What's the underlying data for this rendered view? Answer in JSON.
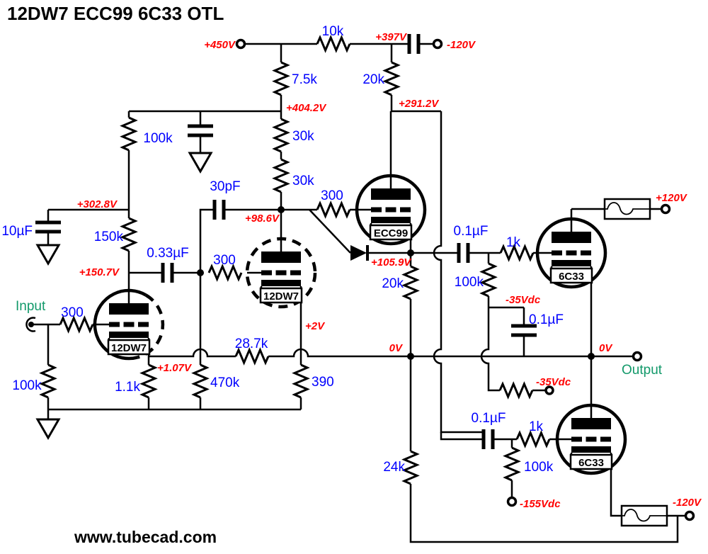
{
  "title": "12DW7 ECC99 6C33 OTL",
  "website": "www.tubecad.com",
  "io": {
    "input": "Input",
    "output": "Output"
  },
  "tubes": {
    "t1": "12DW7",
    "t2": "12DW7",
    "t3": "ECC99",
    "t4": "6C33",
    "t5": "6C33"
  },
  "supplies": {
    "b450": "+450V",
    "neg120_top": "-120V",
    "pos120": "+120V",
    "neg120_bot": "-120V",
    "neg155": "-155Vdc",
    "neg35_node": "-35Vdc",
    "neg35_supply": "-35Vdc"
  },
  "voltages": {
    "v397": "+397V",
    "v404": "+404.2V",
    "v291": "+291.2V",
    "v302": "+302.8V",
    "v150": "+150.7V",
    "v98": "+98.6V",
    "v105": "+105.9V",
    "v2": "+2V",
    "v107": "+1.07V",
    "v0_left": "0V",
    "v0_right": "0V"
  },
  "components": {
    "r10k": "10k",
    "r7k5": "7.5k",
    "r20k_top": "20k",
    "r100k_tl": "100k",
    "r30k_a": "30k",
    "r30k_b": "30k",
    "c10uf": "10µF",
    "r150k": "150k",
    "c033uf": "0.33µF",
    "c30pf": "30pF",
    "r300_in": "300",
    "r300_mid": "300",
    "r300_drv": "300",
    "r100k_in": "100k",
    "r1k1": "1.1k",
    "r470k": "470k",
    "r390": "390",
    "r28k7": "28.7k",
    "r20k_mid": "20k",
    "r24k": "24k",
    "c01_top": "0.1µF",
    "r100k_top": "100k",
    "r1k_top": "1k",
    "c01_byp": "0.1µF",
    "c01_bot": "0.1µF",
    "r100k_bot": "100k",
    "r1k_bot": "1k"
  }
}
